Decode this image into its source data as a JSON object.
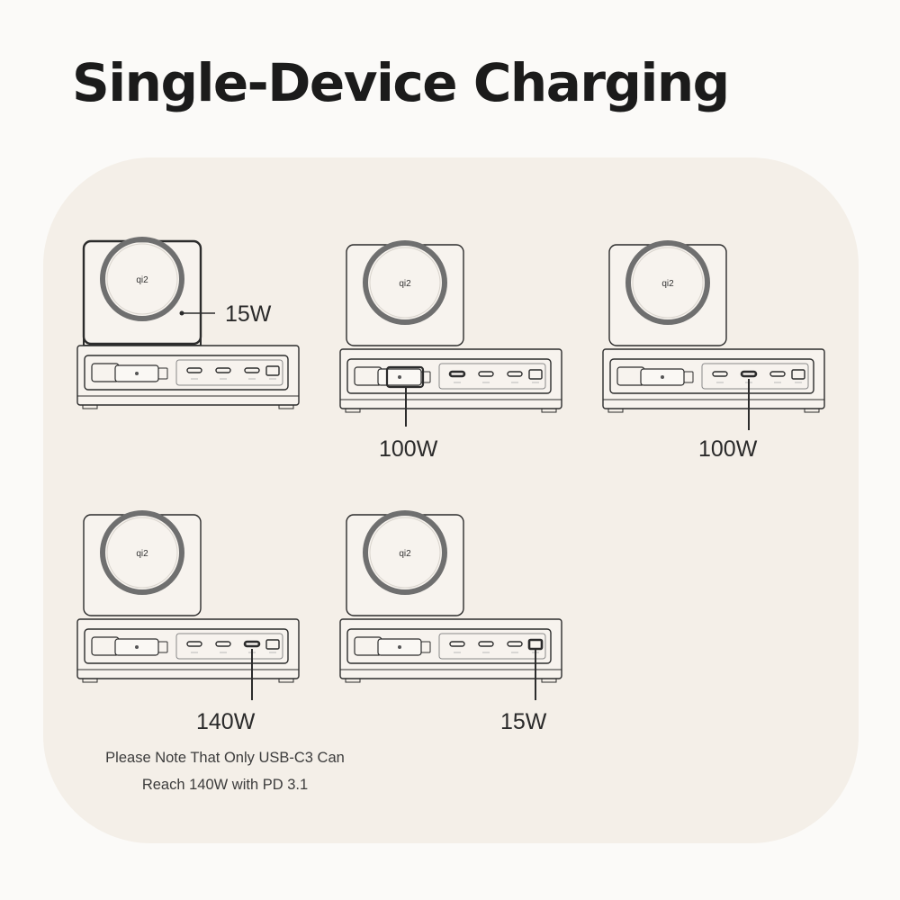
{
  "title": "Single-Device Charging",
  "qi_logo_text": "qi2",
  "devices": [
    {
      "active_port": "wireless",
      "watt_label": "15W"
    },
    {
      "active_port": "usb-c1",
      "watt_label": "100W"
    },
    {
      "active_port": "usb-c2",
      "watt_label": "100W"
    },
    {
      "active_port": "usb-c3",
      "watt_label": "140W"
    },
    {
      "active_port": "usb-a",
      "watt_label": "15W"
    }
  ],
  "note": {
    "line1": "Please Note That Only USB-C3 Can",
    "line2": "Reach 140W with PD 3.1"
  },
  "colors": {
    "background": "#fbfaf8",
    "panel": "#f4efe8",
    "device_fill": "#f7f3ee",
    "outline": "#2c2c2c",
    "ring": "#6f6f6f"
  }
}
